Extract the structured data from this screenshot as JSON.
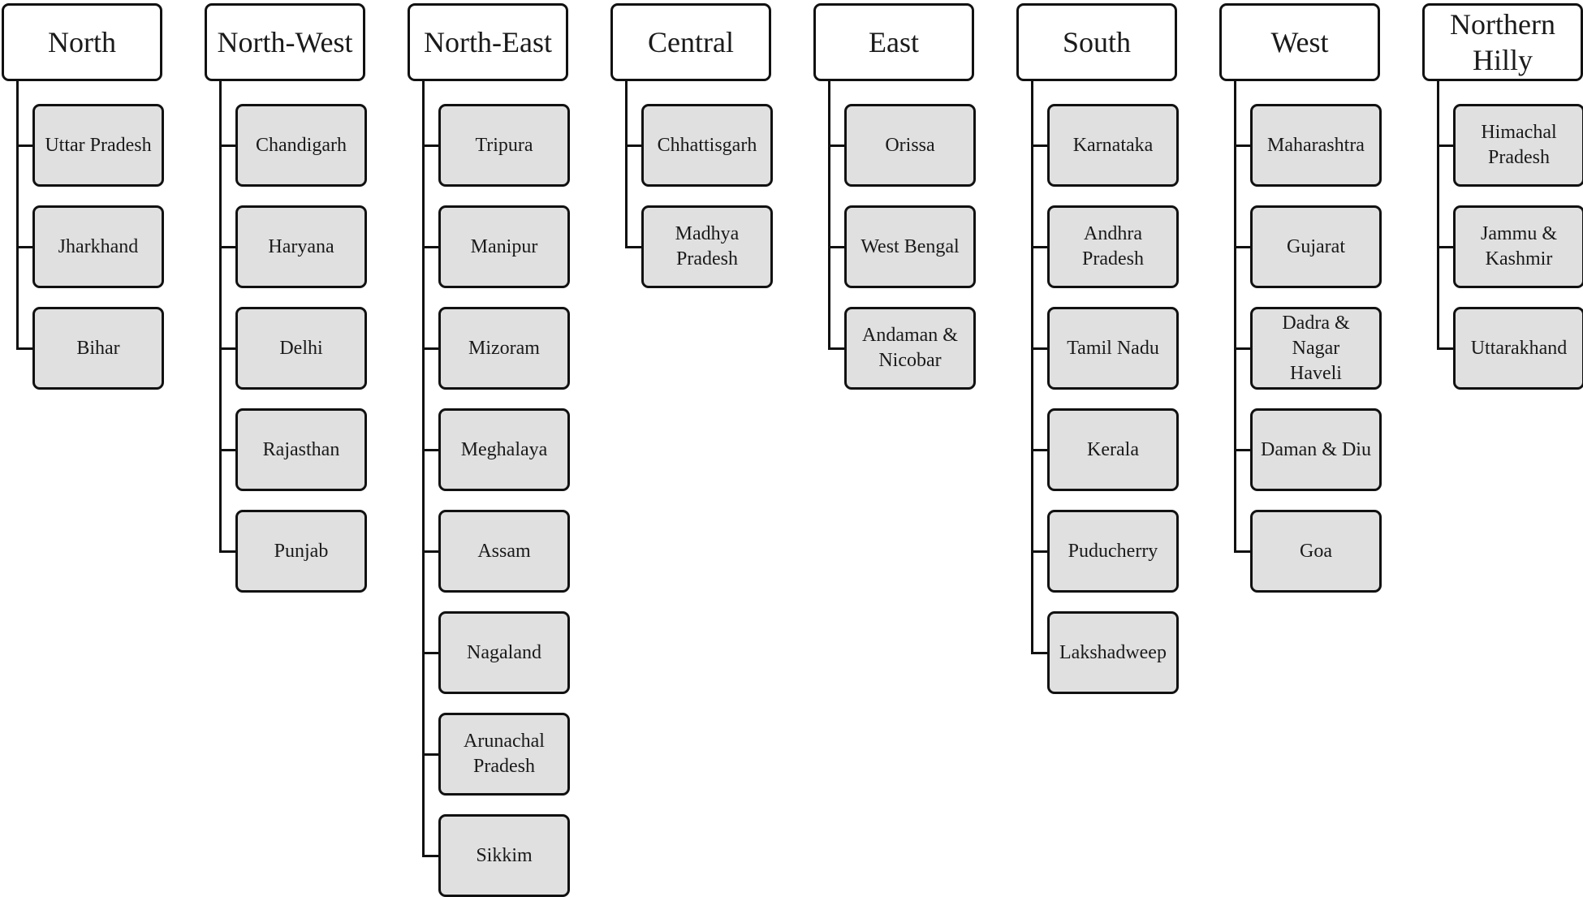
{
  "regions": [
    {
      "name": "North",
      "states": [
        "Uttar Pradesh",
        "Jharkhand",
        "Bihar"
      ]
    },
    {
      "name": "North-West",
      "states": [
        "Chandigarh",
        "Haryana",
        "Delhi",
        "Rajasthan",
        "Punjab"
      ]
    },
    {
      "name": "North-East",
      "states": [
        "Tripura",
        "Manipur",
        "Mizoram",
        "Meghalaya",
        "Assam",
        "Nagaland",
        "Arunachal\nPradesh",
        "Sikkim"
      ]
    },
    {
      "name": "Central",
      "states": [
        "Chhattisgarh",
        "Madhya\nPradesh"
      ]
    },
    {
      "name": "East",
      "states": [
        "Orissa",
        "West Bengal",
        "Andaman &\nNicobar"
      ]
    },
    {
      "name": "South",
      "states": [
        "Karnataka",
        "Andhra\nPradesh",
        "Tamil Nadu",
        "Kerala",
        "Puducherry",
        "Lakshadweep"
      ]
    },
    {
      "name": "West",
      "states": [
        "Maharashtra",
        "Gujarat",
        "Dadra &\nNagar\nHaveli",
        "Daman & Diu",
        "Goa"
      ]
    },
    {
      "name": "Northern\nHilly",
      "states": [
        "Himachal\nPradesh",
        "Jammu &\nKashmir",
        "Uttarakhand"
      ]
    }
  ]
}
